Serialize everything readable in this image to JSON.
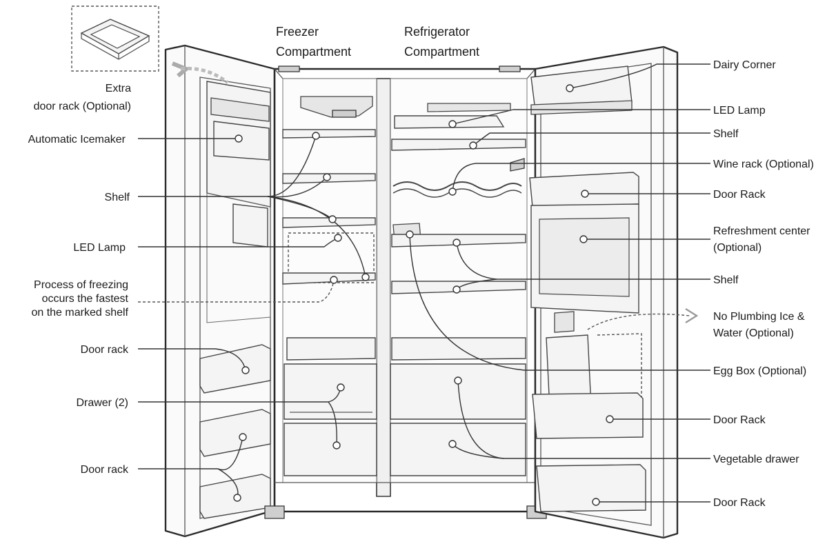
{
  "diagram": {
    "headers": {
      "freezer": [
        "Freezer",
        "Compartment"
      ],
      "refrigerator": [
        "Refrigerator",
        "Compartment"
      ]
    },
    "left_labels": [
      {
        "id": "extra-door-rack",
        "lines": [
          "Extra",
          "door rack (Optional)"
        ]
      },
      {
        "id": "automatic-icemaker",
        "lines": [
          "Automatic Icemaker"
        ]
      },
      {
        "id": "shelf-left",
        "lines": [
          "Shelf"
        ]
      },
      {
        "id": "led-lamp-left",
        "lines": [
          "LED Lamp"
        ]
      },
      {
        "id": "process-of-freezing",
        "lines": [
          "Process of freezing",
          "occurs the fastest",
          "on the marked shelf"
        ]
      },
      {
        "id": "door-rack-left-1",
        "lines": [
          "Door rack"
        ]
      },
      {
        "id": "drawer",
        "lines": [
          "Drawer (2)"
        ]
      },
      {
        "id": "door-rack-left-2",
        "lines": [
          "Door rack"
        ]
      }
    ],
    "right_labels": [
      {
        "id": "dairy-corner",
        "lines": [
          "Dairy Corner"
        ]
      },
      {
        "id": "led-lamp-right",
        "lines": [
          "LED Lamp"
        ]
      },
      {
        "id": "shelf-right-1",
        "lines": [
          "Shelf"
        ]
      },
      {
        "id": "wine-rack",
        "lines": [
          "Wine rack (Optional)"
        ]
      },
      {
        "id": "door-rack-right-1",
        "lines": [
          "Door Rack"
        ]
      },
      {
        "id": "refreshment-center",
        "lines": [
          "Refreshment center",
          "(Optional)"
        ]
      },
      {
        "id": "shelf-right-2",
        "lines": [
          "Shelf"
        ]
      },
      {
        "id": "no-plumbing",
        "lines": [
          "No Plumbing Ice &",
          "Water (Optional)"
        ]
      },
      {
        "id": "egg-box",
        "lines": [
          "Egg Box (Optional)"
        ]
      },
      {
        "id": "door-rack-right-2",
        "lines": [
          "Door Rack"
        ]
      },
      {
        "id": "vegetable-drawer",
        "lines": [
          "Vegetable drawer"
        ]
      },
      {
        "id": "door-rack-right-3",
        "lines": [
          "Door Rack"
        ]
      }
    ]
  }
}
